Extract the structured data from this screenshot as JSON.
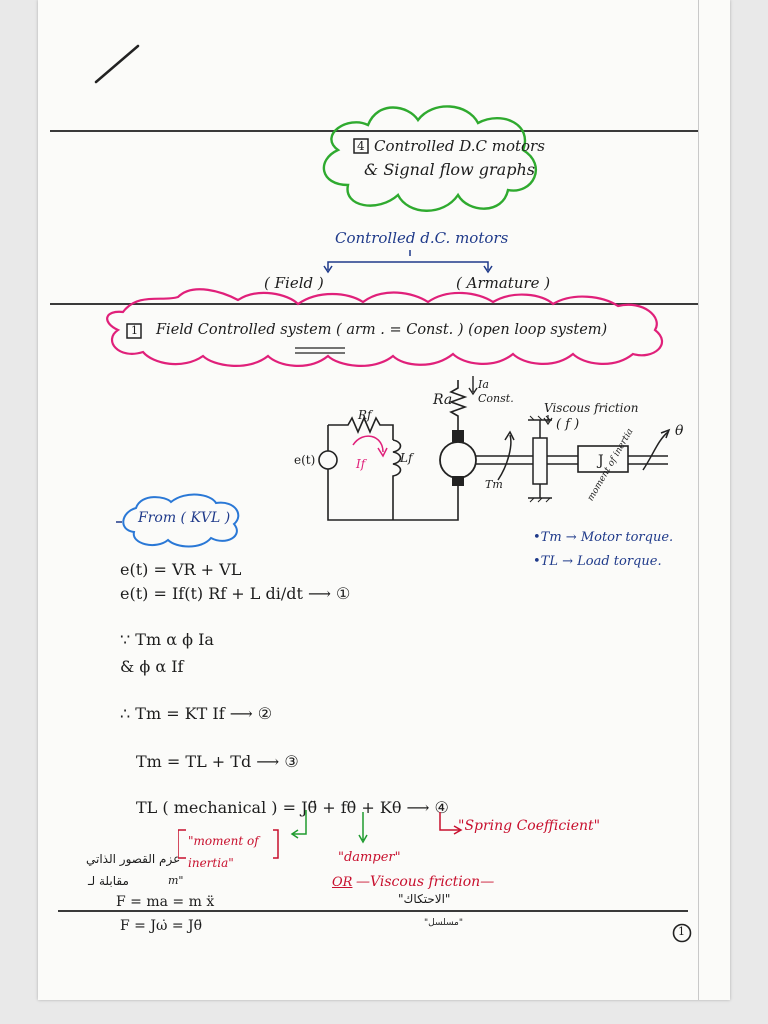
{
  "title": {
    "num": "4",
    "line1": "Controlled D.C motors",
    "line2": "& Signal flow graphs"
  },
  "tree": {
    "root": "Controlled d.C. motors",
    "left": "( Field )",
    "right": "( Armature )"
  },
  "section": {
    "num": "1",
    "heading": "Field Controlled system ( arm . = Const. ) (open loop system)"
  },
  "circuit": {
    "source": "e(t)",
    "rf": "Rf",
    "lf": "Lf",
    "if": "If",
    "ra": "Ra",
    "ia": "Ia",
    "const": "Const.",
    "viscous": "Viscous friction",
    "f": "( f )",
    "j": "J",
    "theta": "θ",
    "tm": "Tm",
    "moment_note": "moment of inertia"
  },
  "notes": {
    "from_kvl": "From ( KVL )",
    "tm_def": "•Tm → Motor torque.",
    "tl_def": "•TL → Load torque."
  },
  "equations": {
    "eq1": "e(t) = VR + VL",
    "eq2": "e(t) = If(t) Rf + L di/dt ⟶ ①",
    "eq3": "∵ Tm  α  ϕ Ia",
    "eq4": "& ϕ  α  If",
    "eq5": "∴ Tm = KT If ⟶ ②",
    "eq6": "Tm = TL + Td ⟶ ③",
    "eq7": "TL ( mechanical ) = Jθ̈ + fθ̇ + Kθ ⟶ ④"
  },
  "annotations": {
    "moment": "\"moment of inertia\"",
    "damper": "\"damper\"",
    "or": "OR",
    "viscous_friction": "—Viscous friction—",
    "spring": "\"Spring Coefficient\"",
    "arabic_note1": "عزم القصور الذاتي",
    "arabic_m": "m\"",
    "arabic_note2": "مقابلة لـ",
    "f_eq": "F = ma = m ẍ",
    "f_eq2": "F = Jω̇ = Jθ̈",
    "arabic_viscous": "\"الاحتكاك\"",
    "footer_arabic": "\"مسلسل\"",
    "page_number": "1"
  }
}
